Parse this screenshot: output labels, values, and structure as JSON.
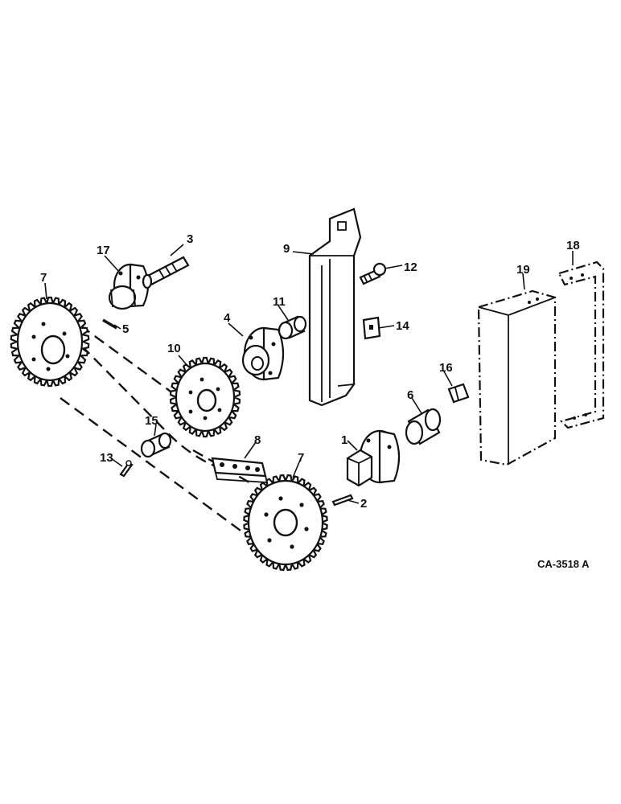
{
  "drawing_id": "CA-3518 A",
  "callouts": [
    "1",
    "2",
    "3",
    "4",
    "5",
    "6",
    "7",
    "8",
    "9",
    "10",
    "11",
    "12",
    "13",
    "14",
    "15",
    "16",
    "17",
    "18",
    "19"
  ]
}
